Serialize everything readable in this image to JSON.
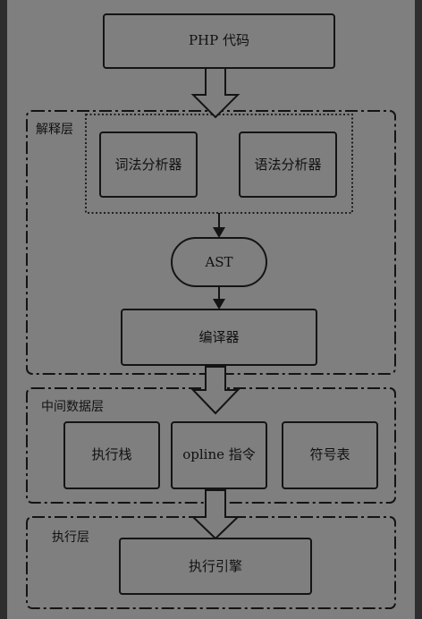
{
  "nodes": {
    "php_code": "PHP 代码",
    "lexer": "词法分析器",
    "parser": "语法分析器",
    "ast": "AST",
    "compiler": "编译器",
    "exec_stack": "执行栈",
    "opline": "opline 指令",
    "symbol_table": "符号表",
    "engine": "执行引擎"
  },
  "layers": {
    "interpret": "解释层",
    "middle_data": "中间数据层",
    "execution": "执行层"
  }
}
